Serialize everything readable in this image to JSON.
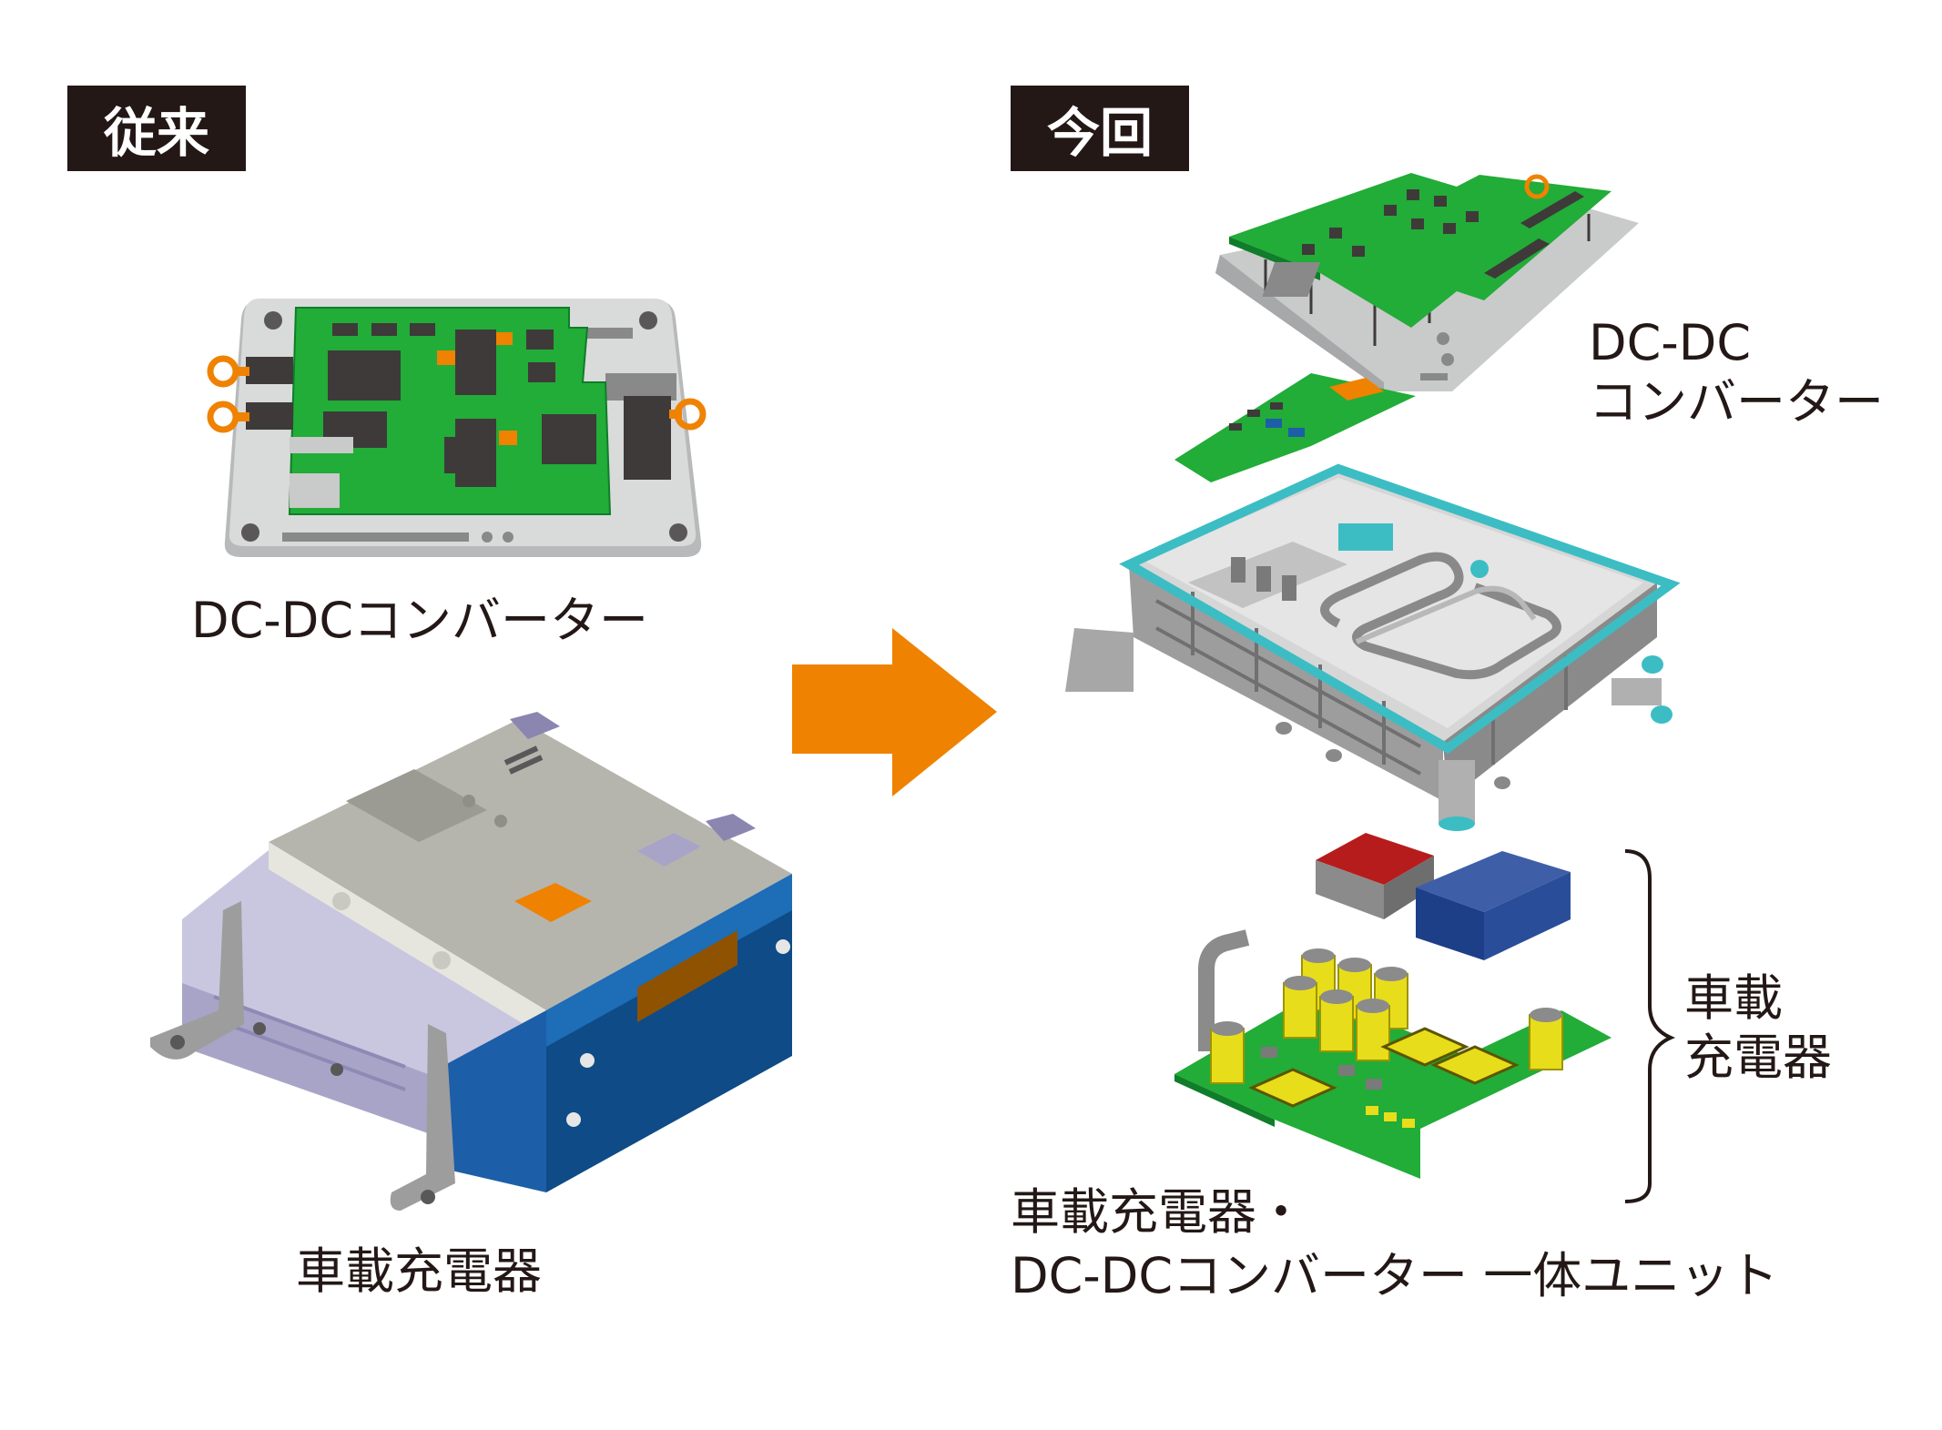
{
  "before": {
    "tag": "従来",
    "dcdc_label": "DC-DCコンバーター",
    "charger_label": "車載充電器"
  },
  "after": {
    "tag": "今回",
    "dcdc_label_line1": "DC-DC",
    "dcdc_label_line2": "コンバーター",
    "charger_label_line1": "車載",
    "charger_label_line2": "充電器",
    "unit_label_line1": "車載充電器・",
    "unit_label_line2": "DC-DCコンバーター 一体ユニット"
  },
  "colors": {
    "tag_bg": "#231815",
    "arrow": "#ef8200",
    "pcb_green": "#22ac38",
    "chip": "#3e3a39",
    "metal": "#c9caca",
    "charger_blue": "#1d5ea8",
    "charger_lavender": "#c9c6e0",
    "teal": "#3cbdc4",
    "capacitor_yellow": "#e8dd1a"
  }
}
